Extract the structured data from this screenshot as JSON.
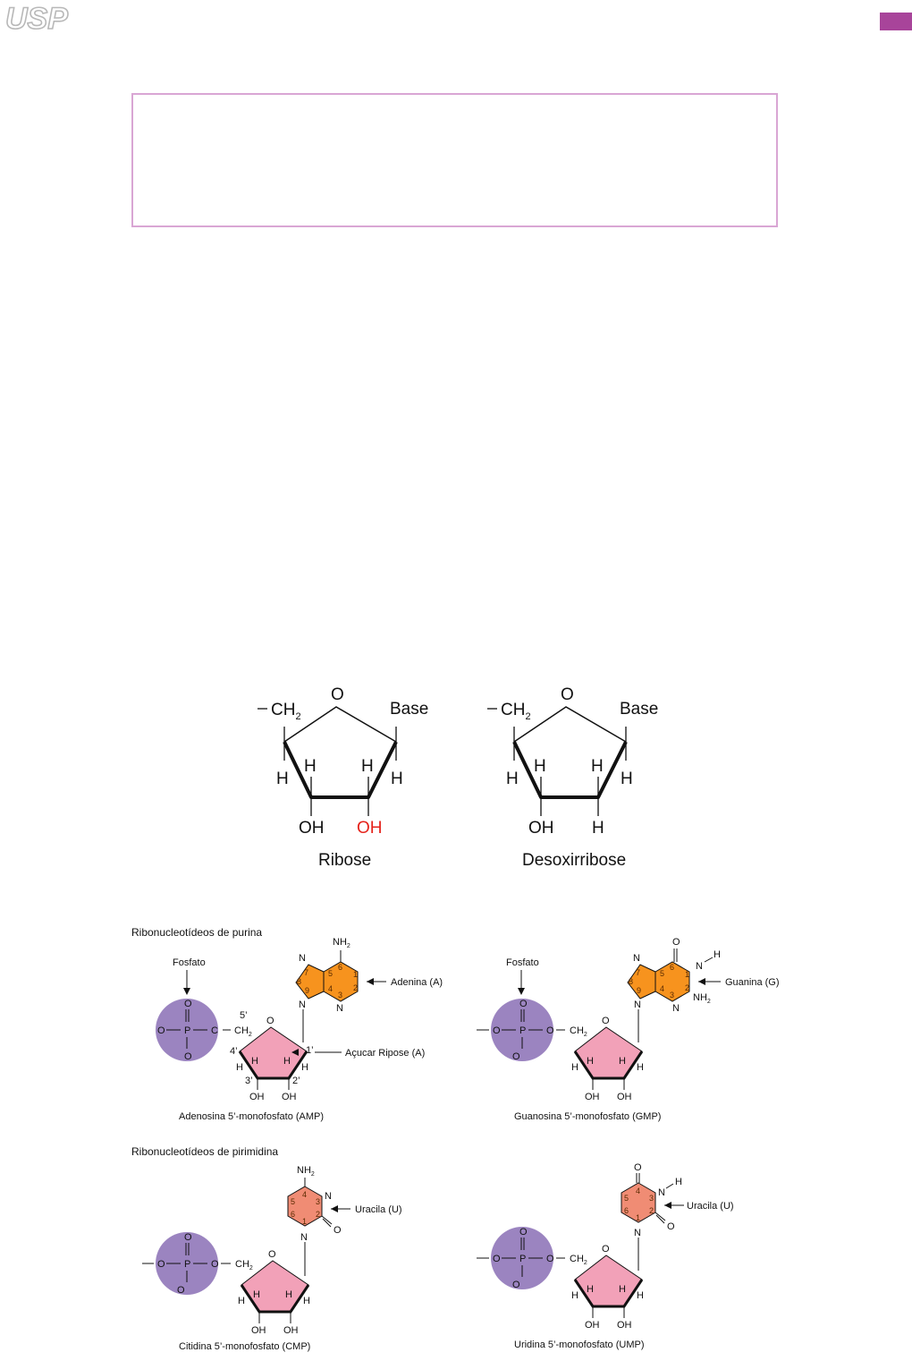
{
  "logo": {
    "text": "USP"
  },
  "colors": {
    "accent_tab": "#a8449a",
    "box_border": "#d9a6d4",
    "phosphate": "#9b84c0",
    "sugar": "#f2a1b8",
    "purine": "#f7931e",
    "pyrimidine": "#f08c74",
    "highlight_oh": "#e5231b"
  },
  "sugars": {
    "ribose": {
      "caption": "Ribose",
      "o": "O",
      "ch2": "CH",
      "ch2_sub": "2",
      "base": "Base",
      "h_left": "H",
      "h_in_left": "H",
      "h_in_right": "H",
      "h_right": "H",
      "bottom_left": "OH",
      "bottom_right": "OH"
    },
    "deoxyribose": {
      "caption": "Desoxirribose",
      "o": "O",
      "ch2": "CH",
      "ch2_sub": "2",
      "base": "Base",
      "h_left": "H",
      "h_in_left": "H",
      "h_in_right": "H",
      "h_right": "H",
      "bottom_left": "OH",
      "bottom_right": "H"
    }
  },
  "nucleotides": {
    "purine_header": "Ribonucleotídeos de purina",
    "pyrimidine_header": "Ribonucleotídeos de pirimidina",
    "amp": {
      "phosphate_label": "Fosfato",
      "base_label": "Adenina (A)",
      "sugar_label": "Açucar Ripose (A)",
      "caption": "Adenosina 5’-monofosfato (AMP)",
      "nh2": "NH",
      "nh2_sub": "2",
      "p5": "5’",
      "p4": "4’",
      "p3": "3’",
      "p2": "2’",
      "p1": "1’"
    },
    "gmp": {
      "phosphate_label": "Fosfato",
      "base_label": "Guanina (G)",
      "caption": "Guanosina 5’-monofosfato (GMP)",
      "nh2": "NH",
      "nh2_sub": "2"
    },
    "cmp": {
      "base_label": "Uracila (U)",
      "caption": "Citidina 5’-monofosfato (CMP)",
      "nh2": "NH",
      "nh2_sub": "2"
    },
    "ump": {
      "base_label": "Uracila (U)",
      "caption": "Uridina 5’-monofosfato (UMP)"
    },
    "atoms": {
      "O": "O",
      "P": "P",
      "C": "C",
      "N": "N",
      "H": "H",
      "OH": "OH",
      "CH2": "CH",
      "sub2": "2"
    }
  }
}
